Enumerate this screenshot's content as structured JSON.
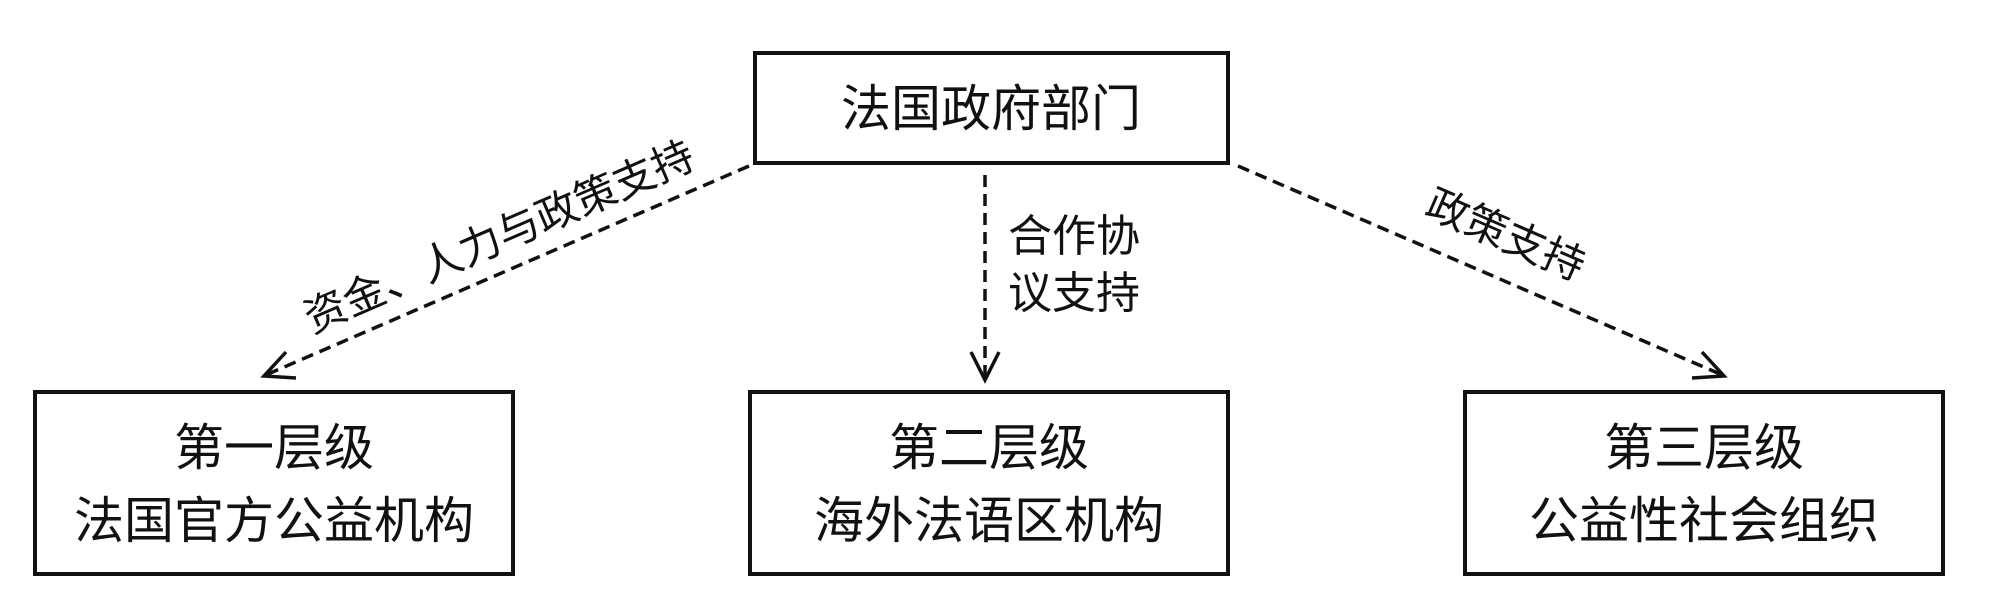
{
  "top_node": {
    "label": "法国政府部门"
  },
  "nodes": [
    {
      "line1": "第一层级",
      "line2": "法国官方公益机构"
    },
    {
      "line1": "第二层级",
      "line2": "海外法语区机构"
    },
    {
      "line1": "第三层级",
      "line2": "公益性社会组织"
    }
  ],
  "edges": [
    {
      "label": "资金、人力与政策支持"
    },
    {
      "label_line1": "合作协",
      "label_line2": "议支持"
    },
    {
      "label": "政策支持"
    }
  ]
}
